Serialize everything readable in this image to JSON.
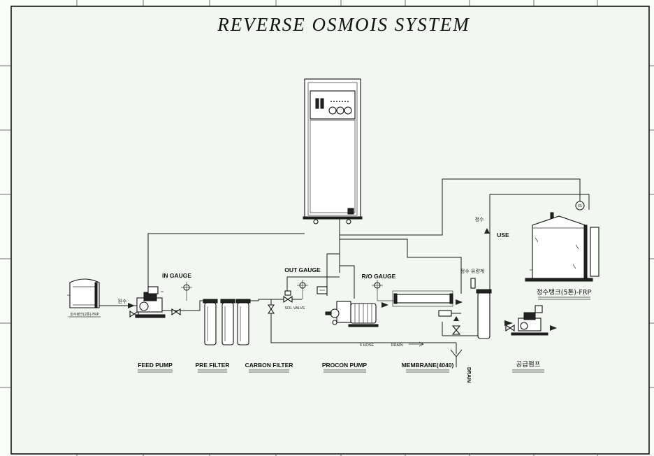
{
  "title": "REVERSE OSMOIS SYSTEM",
  "labels": {
    "in_gauge": "IN GAUGE",
    "out_gauge": "OUT GAUGE",
    "ro_gauge": "R/O GAUGE",
    "sol_valve": "SOL VALVE",
    "use": "USE",
    "drain": "DRAIN",
    "drain_small": "DRAIN",
    "hose": "6 HOSE",
    "raw_water": "원수",
    "pure_water": "정수",
    "flow_meter": "정수 유량계",
    "raw_tank": "원수탱크(2톤)-FRP",
    "pure_tank": "정수탱크(5톤)-FRP",
    "tag_65": "65"
  },
  "components": {
    "feed_pump": "FEED PUMP",
    "pre_filter": "PRE FILTER",
    "carbon_filter": "CARBON FILTER",
    "procon_pump": "PROCON PUMP",
    "membrane": "MEMBRANE(4040)",
    "supply_pump": "공급펌프"
  }
}
